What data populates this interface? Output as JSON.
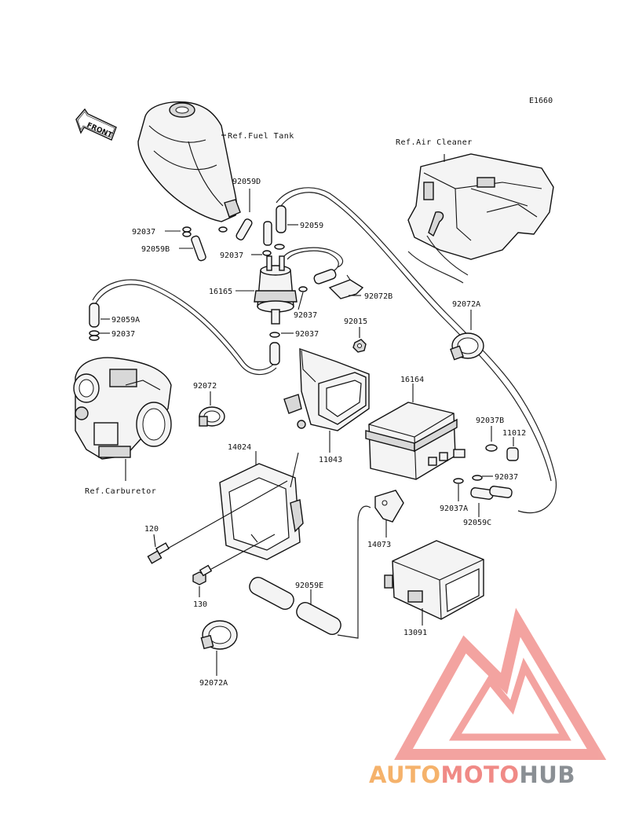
{
  "diagram_code": "E1660",
  "front_label": "FRONT",
  "refs": {
    "fuel_tank": "Ref.Fuel Tank",
    "air_cleaner": "Ref.Air Cleaner",
    "carburetor": "Ref.Carburetor"
  },
  "parts": [
    {
      "id": "p-92059d",
      "label": "92059D"
    },
    {
      "id": "p-92037-a1",
      "label": "92037"
    },
    {
      "id": "p-92059",
      "label": "92059"
    },
    {
      "id": "p-92059b",
      "label": "92059B"
    },
    {
      "id": "p-92037-a2",
      "label": "92037"
    },
    {
      "id": "p-16165",
      "label": "16165"
    },
    {
      "id": "p-92072b",
      "label": "92072B"
    },
    {
      "id": "p-92037-a3",
      "label": "92037"
    },
    {
      "id": "p-92059a",
      "label": "92059A"
    },
    {
      "id": "p-92037-a4",
      "label": "92037"
    },
    {
      "id": "p-92015",
      "label": "92015"
    },
    {
      "id": "p-92037-a5",
      "label": "92037"
    },
    {
      "id": "p-92072a-top",
      "label": "92072A"
    },
    {
      "id": "p-92072",
      "label": "92072"
    },
    {
      "id": "p-16164",
      "label": "16164"
    },
    {
      "id": "p-11043",
      "label": "11043"
    },
    {
      "id": "p-92037b",
      "label": "92037B"
    },
    {
      "id": "p-11012",
      "label": "11012"
    },
    {
      "id": "p-14024",
      "label": "14024"
    },
    {
      "id": "p-92037-a6",
      "label": "92037"
    },
    {
      "id": "p-92037a",
      "label": "92037A"
    },
    {
      "id": "p-92059c",
      "label": "92059C"
    },
    {
      "id": "p-120",
      "label": "120"
    },
    {
      "id": "p-14073",
      "label": "14073"
    },
    {
      "id": "p-130",
      "label": "130"
    },
    {
      "id": "p-92059e",
      "label": "92059E"
    },
    {
      "id": "p-13091",
      "label": "13091"
    },
    {
      "id": "p-92072a-bottom",
      "label": "92072A"
    }
  ],
  "watermark": {
    "part1": "AUTO",
    "part2": "MOTO",
    "part3": "HUB",
    "color_auto": "#f5b26b",
    "color_moto": "#f08a86",
    "color_hub": "#8a8f94",
    "logo_color": "#f29a96"
  }
}
